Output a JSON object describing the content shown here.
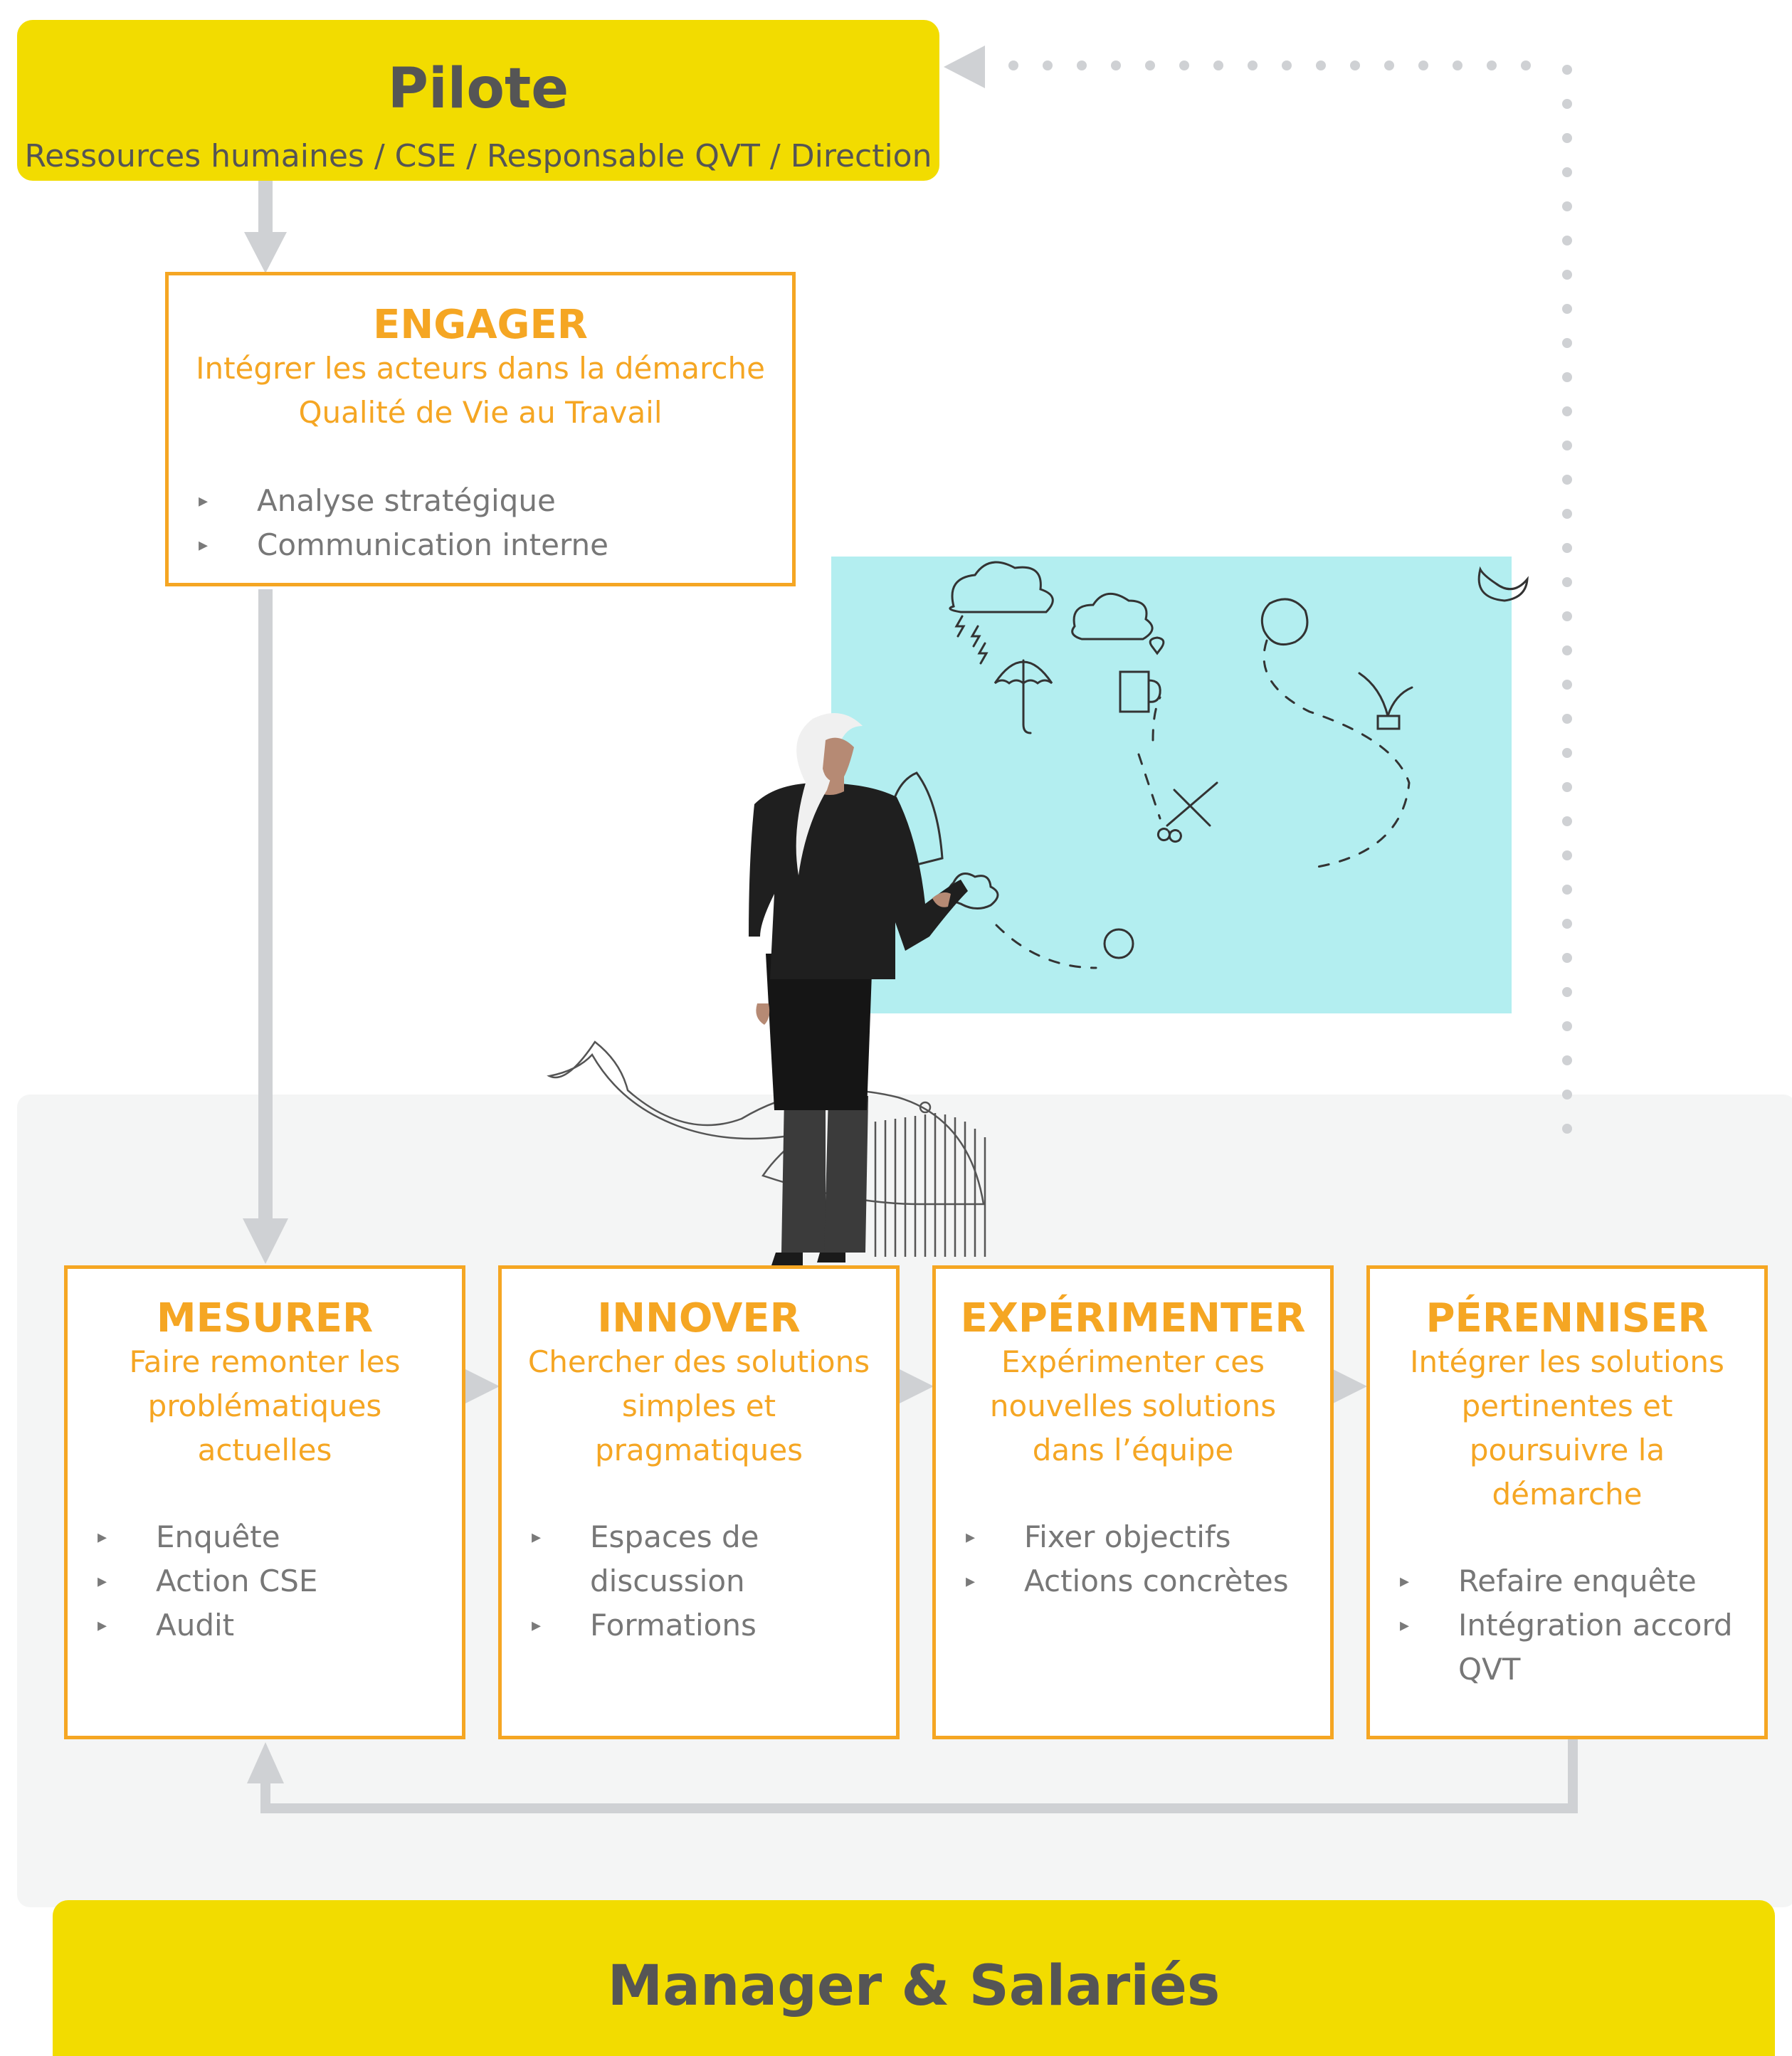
{
  "pilot": {
    "title": "Pilote",
    "subtitle": "Ressources humaines / CSE / Responsable QVT / Direction"
  },
  "engager": {
    "title": "ENGAGER",
    "description_lines": [
      "Intégrer les acteurs dans la démarche",
      "Qualité de Vie au Travail"
    ],
    "items": [
      "Analyse stratégique",
      "Communication interne"
    ]
  },
  "steps": [
    {
      "title": "MESURER",
      "description_lines": [
        "Faire remonter les",
        "problématiques",
        "actuelles"
      ],
      "items": [
        [
          "Enquête"
        ],
        [
          "Action CSE"
        ],
        [
          "Audit"
        ]
      ]
    },
    {
      "title": "INNOVER",
      "description_lines": [
        "Chercher des solutions",
        "simples et",
        "pragmatiques"
      ],
      "items": [
        [
          "Espaces de",
          "discussion"
        ],
        [
          "Formations"
        ]
      ]
    },
    {
      "title": "EXPÉRIMENTER",
      "description_lines": [
        "Expérimenter ces",
        "nouvelles solutions",
        "dans l’équipe"
      ],
      "items": [
        [
          "Fixer objectifs"
        ],
        [
          "Actions concrètes"
        ]
      ]
    },
    {
      "title": "PÉRENNISER",
      "description_lines": [
        "Intégrer les solutions",
        "pertinentes et",
        "poursuivre la",
        "démarche"
      ],
      "items": [
        [
          "Refaire enquête"
        ],
        [
          "Intégration accord",
          "QVT"
        ]
      ]
    }
  ],
  "manager": {
    "title": "Manager & Salariés"
  },
  "colors": {
    "banner": "#f2dc00",
    "accent": "#f5a623",
    "arrow": "#cfd1d4",
    "panel": "#f4f5f5",
    "board": "#b3eef0",
    "text_dark": "#555555",
    "text_list": "#777777"
  },
  "illustration": {
    "subjects": [
      "woman-drawing-figure",
      "whale-doodle",
      "whiteboard-doodles"
    ]
  }
}
